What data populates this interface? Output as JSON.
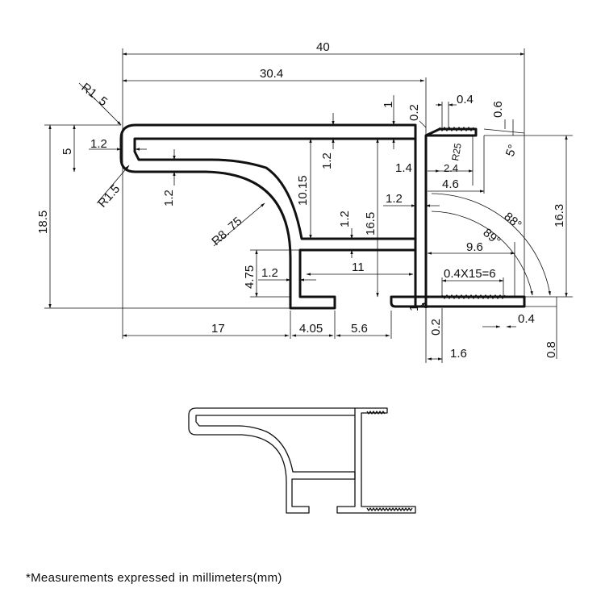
{
  "dimensions": {
    "overall_width": "40",
    "upper_width": "30.4",
    "radius_top": "R1. 5",
    "radius_inner": "R1.5",
    "lip_height": "5",
    "wall_top": "1.2",
    "wall_inner": "1.2",
    "wall_lower": "1.2",
    "wall_mid": "1.2",
    "overall_height": "18.5",
    "radius_curve": "R8. 75",
    "inner_height": "10.15",
    "rib_wall": "1.2",
    "web_height": "16.5",
    "web_wall": "1.2",
    "slot_width": "11",
    "slot_height": "4.75",
    "slot_wall": "1.2",
    "foot_offset": "17",
    "foot_width": "4.05",
    "gap_width": "5.6",
    "top_step": "1",
    "top_tooth": "0.2",
    "tooth_width": "0.4",
    "tooth_depth": "0.6",
    "tip_angle": "5°",
    "fin_radius": "R25",
    "fin_offset_a": "1.4",
    "fin_offset_b": "2.4",
    "fin_offset_c": "4.6",
    "angle_upper": "88°",
    "angle_lower": "89°",
    "fin_length": "9.6",
    "teeth": "0.4X15=6",
    "fin_height": "16.3",
    "bottom_step": "1",
    "bottom_tooth": "0.2",
    "bottom_pitch": "0.4",
    "fin_thickness": "0.8",
    "fin_base": "1.6"
  },
  "footnote": "*Measurements expressed in millimeters(mm)"
}
